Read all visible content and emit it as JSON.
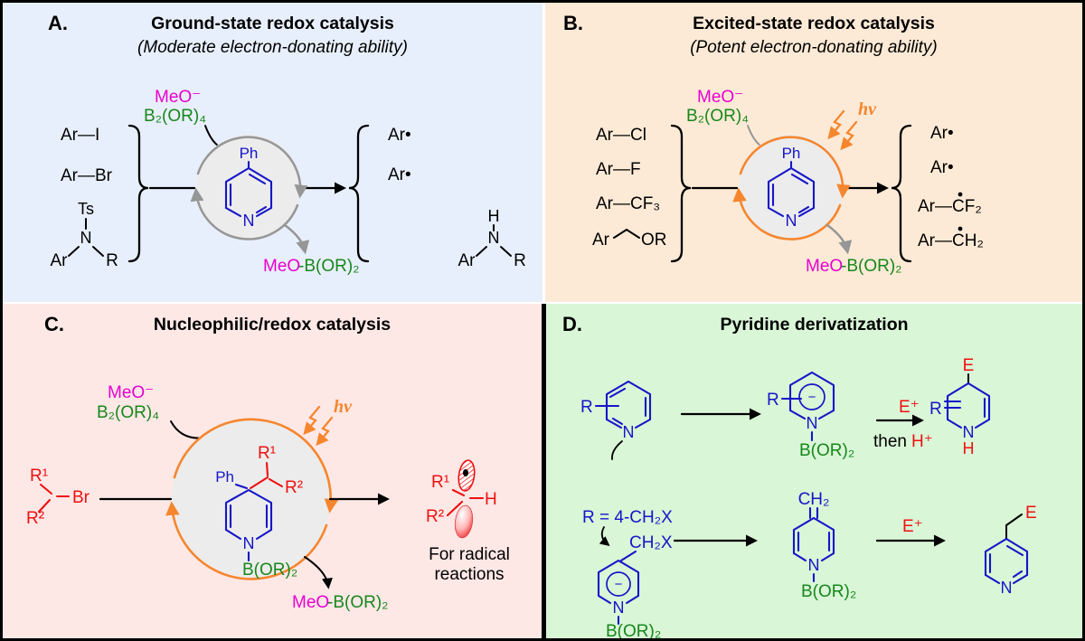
{
  "colors": {
    "structure_blue": "#1616c8",
    "boron_green": "#17871b",
    "methoxide_magenta": "#e800cf",
    "electrophile_red": "#ee1111",
    "photo_orange": "#f6862e",
    "cycle_gray": "#969696",
    "panel_a_bg": "#e8effc",
    "panel_b_bg": "#fdead6",
    "panel_c_bg": "#fde8e6",
    "panel_d_bg": "#d9f6d7"
  },
  "panels": {
    "a": {
      "label": "A.",
      "title": "Ground-state redox catalysis",
      "subtitle": "(Moderate electron-donating ability)",
      "meo_anion": "MeO⁻",
      "diboron": "B₂(OR)₄",
      "substrate1": "Ar—I",
      "substrate2": "Ar—Br",
      "amine": {
        "ts": "Ts",
        "n": "N",
        "ar": "Ar",
        "r": "R"
      },
      "catalyst": {
        "ph": "Ph",
        "n": "N"
      },
      "byproduct_meo": "MeO",
      "byproduct_boron": "-B(OR)₂",
      "product1": "Ar•",
      "product2": "Ar•",
      "product_amine": {
        "h": "H",
        "n": "N",
        "ar": "Ar",
        "r": "R"
      }
    },
    "b": {
      "label": "B.",
      "title": "Excited-state redox catalysis",
      "subtitle": "(Potent electron-donating ability)",
      "meo_anion": "MeO⁻",
      "diboron": "B₂(OR)₄",
      "hv": "hν",
      "substrate1": "Ar—Cl",
      "substrate2": "Ar—F",
      "substrate3": "Ar—CF₃",
      "ether": {
        "ar": "Ar",
        "or": "OR"
      },
      "catalyst": {
        "ph": "Ph",
        "n": "N"
      },
      "byproduct_meo": "MeO",
      "byproduct_boron": "-B(OR)₂",
      "product1": "Ar•",
      "product2": "Ar•",
      "product3": "Ar—CF₂",
      "product4": "Ar—CH₂"
    },
    "c": {
      "label": "C.",
      "title": "Nucleophilic/redox catalysis",
      "meo_anion": "MeO⁻",
      "diboron": "B₂(OR)₄",
      "hv": "hν",
      "substrate": {
        "r1": "R¹",
        "r2": "R²",
        "br": "Br"
      },
      "adduct": {
        "ph": "Ph",
        "r1": "R¹",
        "r2": "R²",
        "n": "N",
        "boron": "B(OR)₂"
      },
      "byproduct_meo": "MeO",
      "byproduct_boron": "-B(OR)₂",
      "product": {
        "r1": "R¹",
        "r2": "R²",
        "h": "H"
      },
      "caption_line1": "For radical",
      "caption_line2": "reactions"
    },
    "d": {
      "label": "D.",
      "title": "Pyridine derivatization",
      "s1": {
        "r": "R",
        "n": "N"
      },
      "r_definition": "R = 4-CH₂X",
      "s2": {
        "ch2x": "CH₂X",
        "minus": "−",
        "n": "N",
        "boron": "B(OR)₂"
      },
      "s3": {
        "r": "R",
        "minus": "−",
        "n": "N",
        "boron": "B(OR)₂"
      },
      "electrophile": "E⁺",
      "then_label": "then",
      "proton": "H⁺",
      "s4": {
        "e": "E",
        "r": "R",
        "n": "N",
        "h": "H"
      },
      "s5": {
        "ch2": "CH₂",
        "n": "N",
        "boron": "B(OR)₂"
      },
      "electrophile2": "E⁺",
      "s6": {
        "e": "E",
        "n": "N"
      }
    }
  }
}
